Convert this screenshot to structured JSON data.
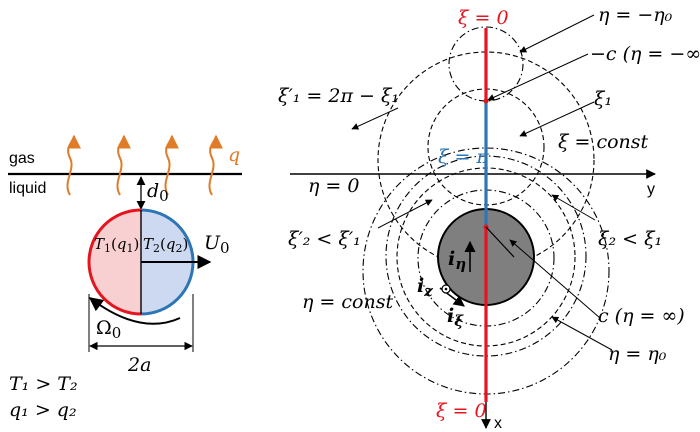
{
  "left": {
    "gas": "gas",
    "liquid": "liquid",
    "q": "q",
    "d0": "d",
    "d0_sub": "0",
    "T1": "T",
    "T1_sub": "1",
    "q1": "q",
    "q1_sub": "1",
    "T2": "T",
    "T2_sub": "2",
    "q2": "q",
    "q2_sub": "2",
    "U0": "U",
    "U0_sub": "0",
    "Omega0": "Ω",
    "Omega0_sub": "0",
    "width": "2a",
    "cond1": "T₁ > T₂",
    "cond2": "q₁ > q₂"
  },
  "right": {
    "xi0_top": "ξ = 0",
    "xi0_bottom": "ξ = 0",
    "eta_neg_eta0": "η = −η₀",
    "minus_c": "−c (η = −∞)",
    "xi1_prime": "ξ′₁ = 2π − ξ₁",
    "xi1": "ξ₁",
    "xi_pi": "ξ = π",
    "xi_const": "ξ = const",
    "eta_zero": "η = 0",
    "y_axis": "y",
    "x_axis": "x",
    "xi2_prime": "ξ′₂ < ξ′₁",
    "xi2": "ξ₂ < ξ₁",
    "i_eta": "i",
    "i_eta_sub": "η",
    "i_z": "i",
    "i_z_sub": "z",
    "i_xi": "i",
    "i_xi_sub": "ξ",
    "eta_const": "η = const",
    "c_pos": "c (η = ∞)",
    "eta_eta0": "η = η₀"
  },
  "colors": {
    "red": "#e4151f",
    "blue": "#2e75b6",
    "orange": "#e07b27",
    "particle_red_fill": "#f9d0d2",
    "particle_blue_fill": "#cdd9f0",
    "sphere_fill": "#7f7f7f"
  }
}
